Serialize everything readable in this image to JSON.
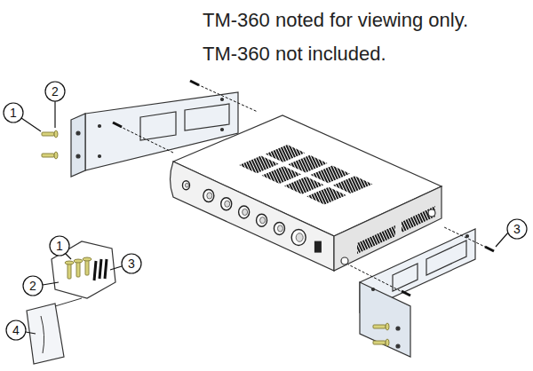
{
  "diagram": {
    "labels": [
      "TM-360 noted for viewing only.",
      "TM-360 not included.",
      "1",
      "2",
      "3",
      "1",
      "2",
      "3",
      "4"
    ]
  }
}
